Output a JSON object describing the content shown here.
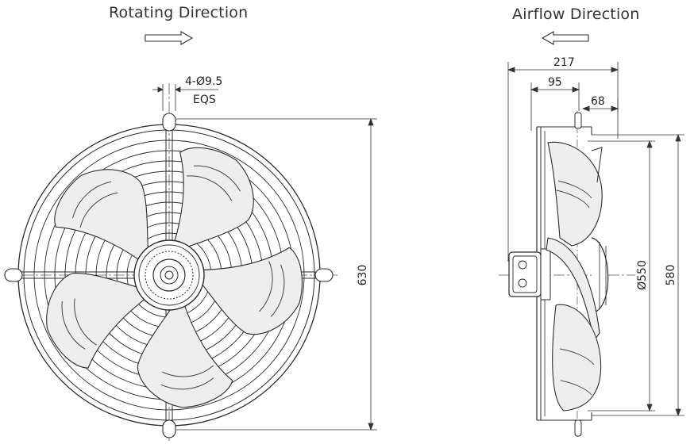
{
  "headings": {
    "rotating": "Rotating Direction",
    "airflow": "Airflow Direction"
  },
  "front_view": {
    "hole_spec": "4-Ø9.5",
    "hole_note": "EQS",
    "height": "630",
    "blades": 5
  },
  "side_view": {
    "depth_total": "217",
    "depth_mount": "95",
    "depth_blade": "68",
    "impeller_diameter": "Ø550",
    "mount_height": "580"
  },
  "colors": {
    "line": "#2b2b2b",
    "blade_fill": "#eeeeee",
    "dim": "#333333"
  }
}
